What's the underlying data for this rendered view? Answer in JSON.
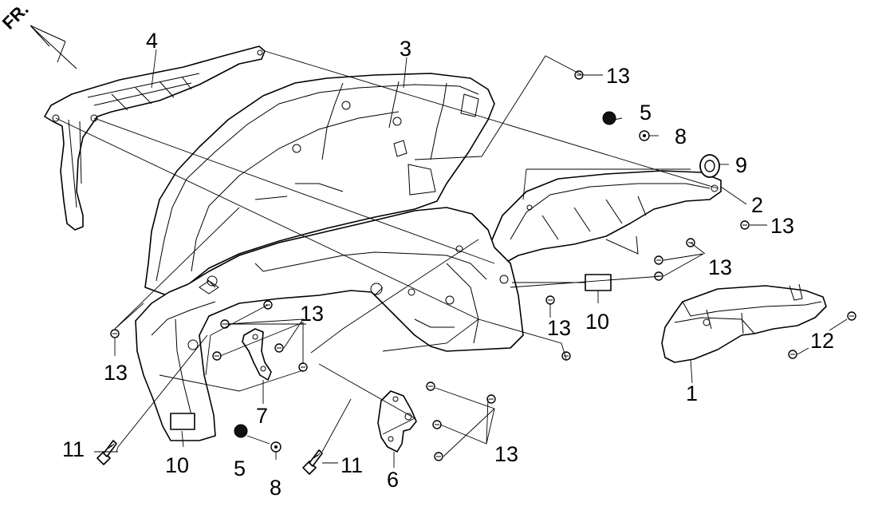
{
  "orientation": {
    "label": "FR."
  },
  "callouts": {
    "c1": "1",
    "c2": "2",
    "c3": "3",
    "c4": "4",
    "c5a": "5",
    "c5b": "5",
    "c6": "6",
    "c7": "7",
    "c8a": "8",
    "c8b": "8",
    "c9": "9",
    "c10a": "10",
    "c10b": "10",
    "c11a": "11",
    "c11b": "11",
    "c12": "12",
    "c13a": "13",
    "c13b": "13",
    "c13c": "13",
    "c13d": "13",
    "c13e": "13",
    "c13f": "13",
    "c13g": "13"
  }
}
